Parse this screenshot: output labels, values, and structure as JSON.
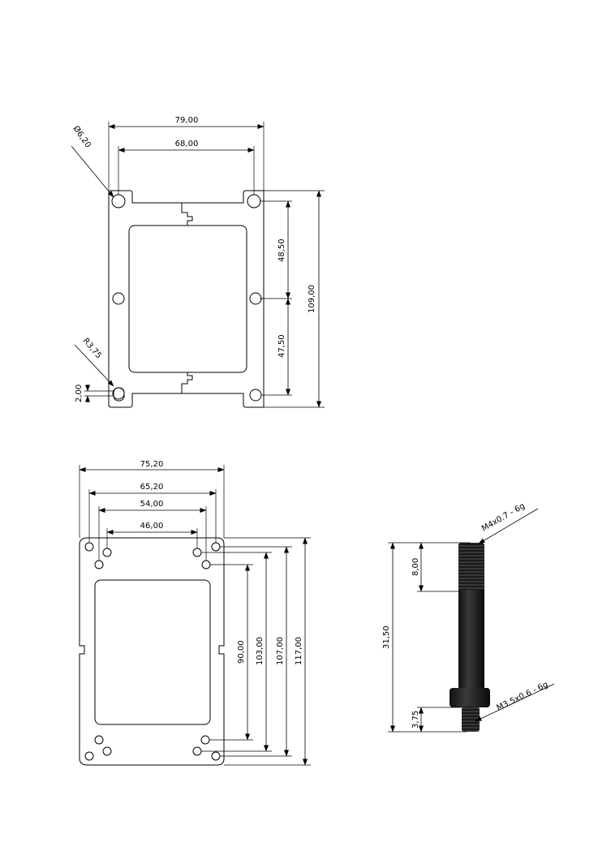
{
  "top_plate": {
    "width_outer": "79,00",
    "width_holes": "68,00",
    "hole_diameter": "Ø6,20",
    "corner_radius": "R3,75",
    "edge_offset": "2,00",
    "upper_half_height": "48,50",
    "lower_half_height": "47,50",
    "total_height": "109,00"
  },
  "bottom_plate": {
    "width_outer": "75,20",
    "width_1": "65,20",
    "width_2": "54,00",
    "width_3": "46,00",
    "height_1": "90,00",
    "height_2": "103,00",
    "height_3": "107,00",
    "height_4": "117,00"
  },
  "standoff": {
    "thread_top": "M4x0.7 - 6g",
    "thread_bottom": "M3.5x0.6 - 6g",
    "thread_top_length": "8,00",
    "total_length": "31,50",
    "thread_bottom_length": "3,75"
  }
}
